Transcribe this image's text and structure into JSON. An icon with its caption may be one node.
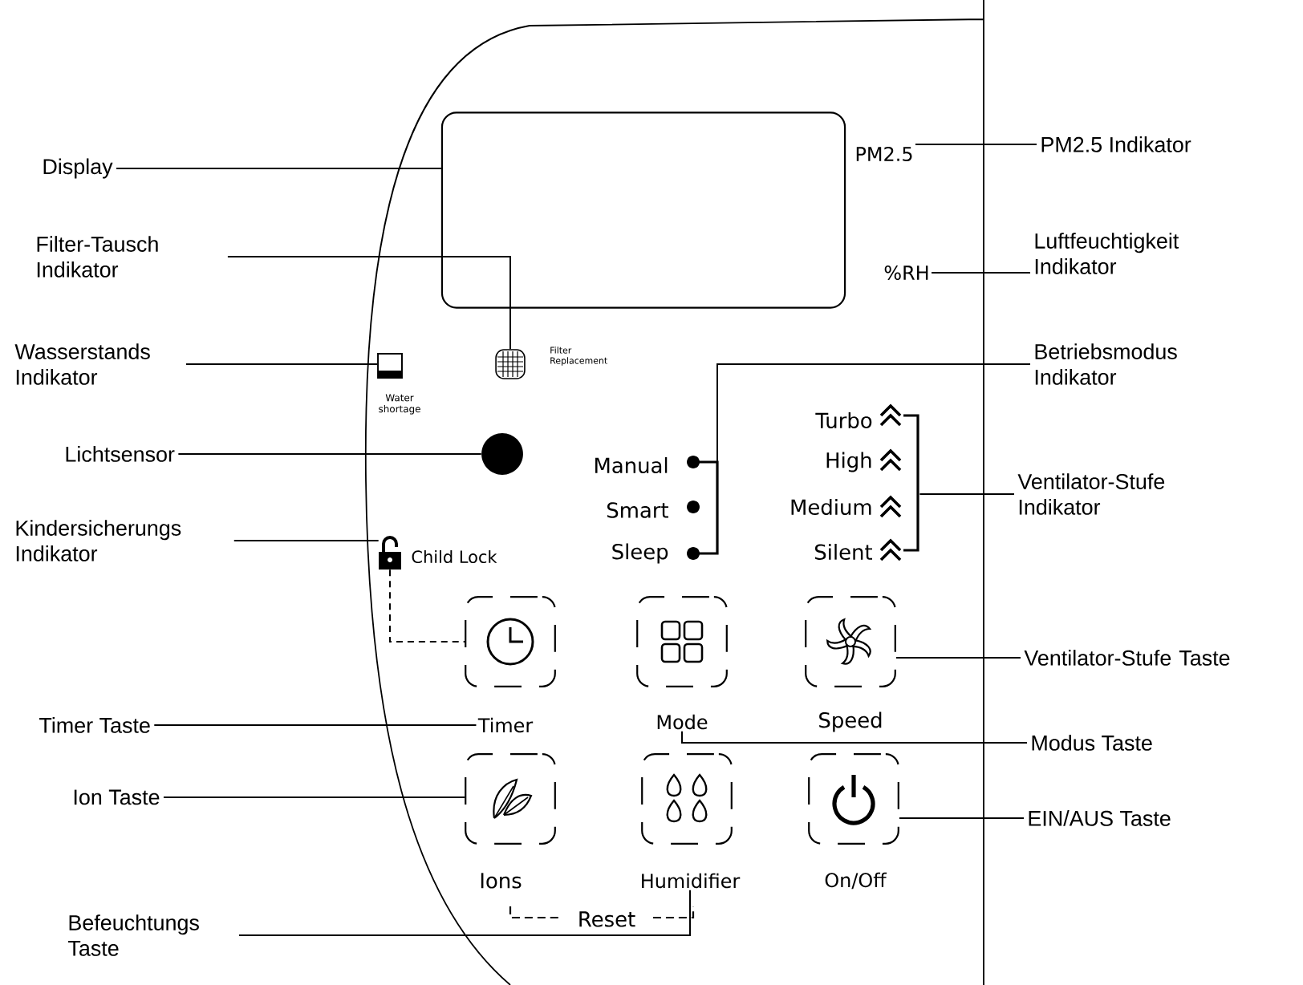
{
  "diagram": {
    "nodes": [
      {
        "text": [
          "Display"
        ]
      },
      {
        "text": [
          "Filter-Tausch Indikator"
        ]
      },
      {
        "text": [
          "Wasserstands Indikator"
        ]
      },
      {
        "text": [
          "Lichtsensor"
        ]
      },
      {
        "text": [
          "Kindersicherungs Indikator"
        ]
      },
      {
        "text": [
          "Timer Taste"
        ]
      },
      {
        "text": [
          "Ion Taste"
        ]
      },
      {
        "text": [
          "Befeuchtungs Taste"
        ]
      },
      {
        "text": [
          "PM2.5 Indikator"
        ]
      },
      {
        "text": [
          "Luftfeuchtigkeit Indikator"
        ]
      },
      {
        "text": [
          "Betriebsmodus Indikator"
        ]
      },
      {
        "text": [
          "Ventilator-Stufe Indikator"
        ]
      },
      {
        "text": [
          "Ventilator-Stufe Taste"
        ]
      },
      {
        "text": [
          "Modus Taste"
        ]
      },
      {
        "text": [
          "EIN/AUS Taste"
        ]
      },
      {
        "text": [],
        "shape": "box"
      },
      {
        "text": [
          "PM2.5"
        ]
      },
      {
        "text": [
          "%RH"
        ]
      },
      {
        "text": [],
        "shape": "grid"
      },
      {
        "text": [],
        "shape": "box"
      },
      {
        "text": [],
        "shape": "circle"
      },
      {
        "text": [],
        "shape": "lock"
      },
      {
        "text": [],
        "shape": "bracket"
      },
      {
        "text": [],
        "shape": "bracket"
      },
      {
        "text": [],
        "shape": "box"
      },
      {
        "text": [],
        "shape": "box"
      },
      {
        "text": [],
        "shape": "box"
      },
      {
        "text": [
          "Timer"
        ]
      },
      {
        "text": [
          "Mode"
        ]
      },
      {
        "text": [],
        "shape": "box"
      },
      {
        "text": [],
        "shape": "box"
      },
      {
        "text": [],
        "shape": "box"
      },
      {
        "text": [
          "Humidifier"
        ]
      }
    ],
    "edges": [
      {
        "from": 0,
        "to": 15,
        "arrow": "none"
      },
      {
        "from": 1,
        "to": 18,
        "arrow": "none"
      },
      {
        "from": 2,
        "to": 19,
        "arrow": "none"
      },
      {
        "from": 3,
        "to": 20,
        "arrow": "none"
      },
      {
        "from": 4,
        "to": 21,
        "arrow": "none"
      },
      {
        "from": 5,
        "to": 27,
        "arrow": "none"
      },
      {
        "from": 6,
        "to": 29,
        "arrow": "none"
      },
      {
        "from": 7,
        "to": 32,
        "arrow": "none"
      },
      {
        "from": 8,
        "to": 16,
        "arrow": "none"
      },
      {
        "from": 9,
        "to": 17,
        "arrow": "none"
      },
      {
        "from": 10,
        "to": 22,
        "arrow": "none"
      },
      {
        "from": 11,
        "to": 23,
        "arrow": "none"
      },
      {
        "from": 12,
        "to": 26,
        "arrow": "none"
      },
      {
        "from": 13,
        "to": 28,
        "arrow": "none"
      },
      {
        "from": 14,
        "to": 31,
        "arrow": "none"
      },
      {
        "from": 21,
        "to": 24,
        "arrow": "none",
        "style": "dashed"
      }
    ],
    "labels": [
      "Filter Replacement",
      "Water shortage",
      "Turbo",
      "Manual",
      "High",
      "Smart",
      "Medium",
      "Child Lock",
      "Sleep",
      "Silent",
      "Speed",
      "Ions",
      "On/Off",
      "Reset"
    ]
  }
}
